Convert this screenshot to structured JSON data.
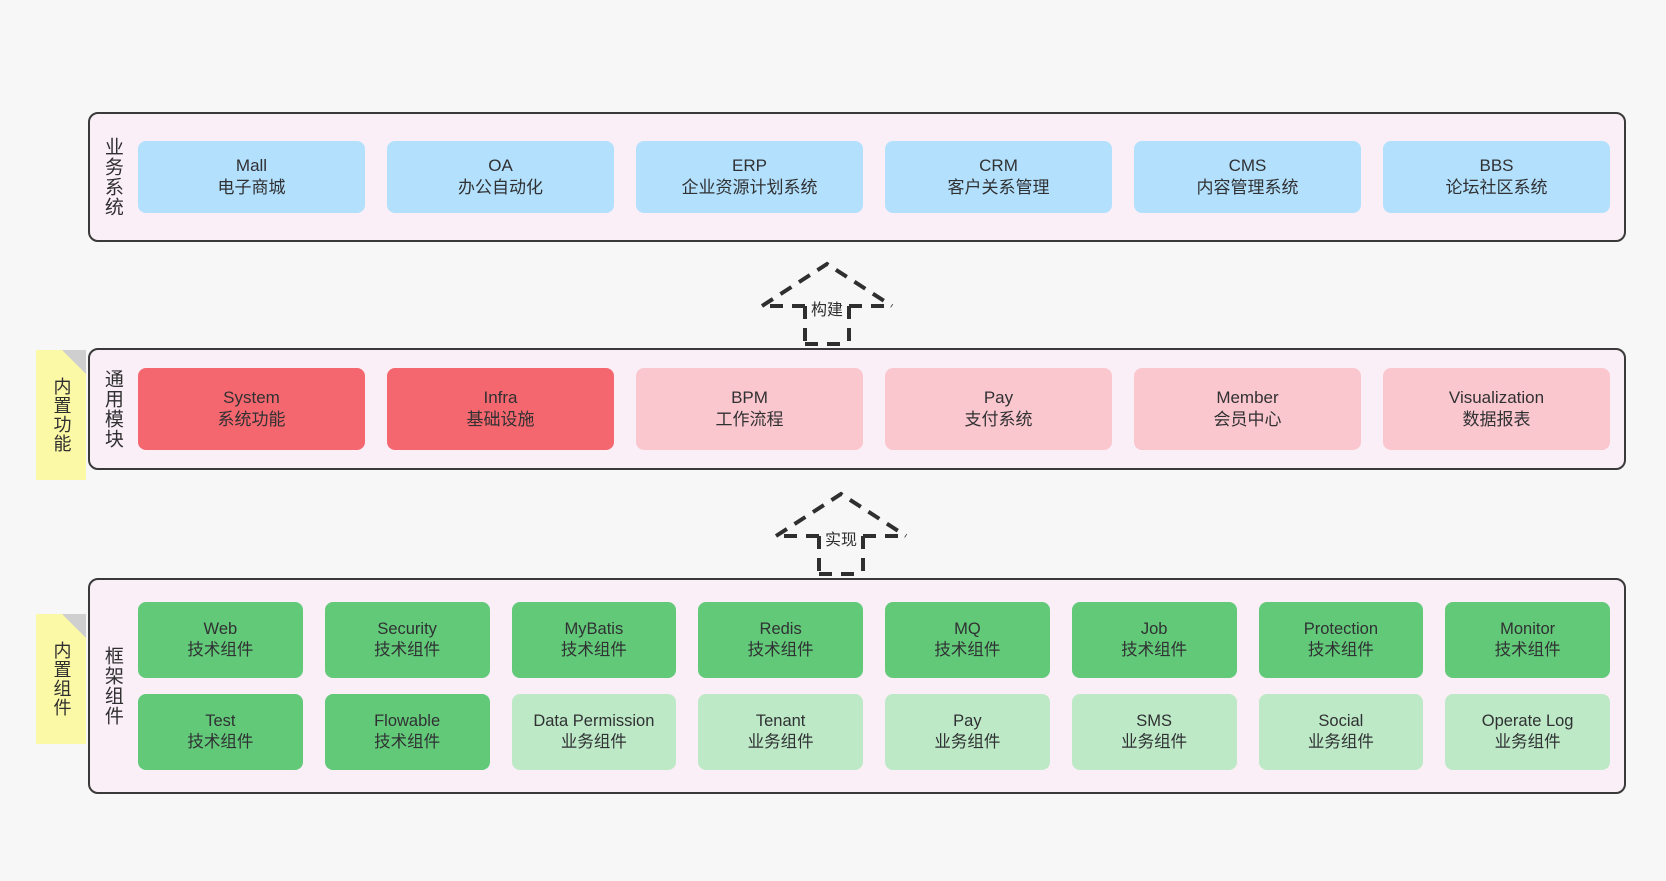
{
  "diagram": {
    "background_color": "#f7f7f7",
    "panel_color": "#faeef7",
    "panel_border_color": "#3a3a3a",
    "note_color": "#fbf8a6"
  },
  "notes": [
    {
      "label": "内置功能"
    },
    {
      "label": "内置组件"
    }
  ],
  "connectors": [
    {
      "label": "构建"
    },
    {
      "label": "实现"
    }
  ],
  "tiers": [
    {
      "id": "business-systems",
      "label": "业务系统",
      "rows": [
        {
          "cards": [
            {
              "title": "Mall",
              "subtitle": "电子商城",
              "color": "#b3e0fc",
              "style": "blue"
            },
            {
              "title": "OA",
              "subtitle": "办公自动化",
              "color": "#b3e0fc",
              "style": "blue"
            },
            {
              "title": "ERP",
              "subtitle": "企业资源计划系统",
              "color": "#b3e0fc",
              "style": "blue"
            },
            {
              "title": "CRM",
              "subtitle": "客户关系管理",
              "color": "#b3e0fc",
              "style": "blue"
            },
            {
              "title": "CMS",
              "subtitle": "内容管理系统",
              "color": "#b3e0fc",
              "style": "blue"
            },
            {
              "title": "BBS",
              "subtitle": "论坛社区系统",
              "color": "#b3e0fc",
              "style": "blue"
            }
          ]
        }
      ]
    },
    {
      "id": "common-modules",
      "label": "通用模块",
      "rows": [
        {
          "cards": [
            {
              "title": "System",
              "subtitle": "系统功能",
              "color": "#f5676e",
              "style": "red"
            },
            {
              "title": "Infra",
              "subtitle": "基础设施",
              "color": "#f5676e",
              "style": "red"
            },
            {
              "title": "BPM",
              "subtitle": "工作流程",
              "color": "#fbc7ce",
              "style": "pink"
            },
            {
              "title": "Pay",
              "subtitle": "支付系统",
              "color": "#fbc7ce",
              "style": "pink"
            },
            {
              "title": "Member",
              "subtitle": "会员中心",
              "color": "#fbc7ce",
              "style": "pink"
            },
            {
              "title": "Visualization",
              "subtitle": "数据报表",
              "color": "#fbc7ce",
              "style": "pink"
            }
          ]
        }
      ]
    },
    {
      "id": "framework-components",
      "label": "框架组件",
      "rows": [
        {
          "cards": [
            {
              "title": "Web",
              "subtitle": "技术组件",
              "color": "#62c979",
              "style": "green"
            },
            {
              "title": "Security",
              "subtitle": "技术组件",
              "color": "#62c979",
              "style": "green"
            },
            {
              "title": "MyBatis",
              "subtitle": "技术组件",
              "color": "#62c979",
              "style": "green"
            },
            {
              "title": "Redis",
              "subtitle": "技术组件",
              "color": "#62c979",
              "style": "green"
            },
            {
              "title": "MQ",
              "subtitle": "技术组件",
              "color": "#62c979",
              "style": "green"
            },
            {
              "title": "Job",
              "subtitle": "技术组件",
              "color": "#62c979",
              "style": "green"
            },
            {
              "title": "Protection",
              "subtitle": "技术组件",
              "color": "#62c979",
              "style": "green"
            },
            {
              "title": "Monitor",
              "subtitle": "技术组件",
              "color": "#62c979",
              "style": "green"
            }
          ]
        },
        {
          "cards": [
            {
              "title": "Test",
              "subtitle": "技术组件",
              "color": "#62c979",
              "style": "green"
            },
            {
              "title": "Flowable",
              "subtitle": "技术组件",
              "color": "#62c979",
              "style": "green"
            },
            {
              "title": "Data Permission",
              "subtitle": "业务组件",
              "color": "#bde9c7",
              "style": "lgreen"
            },
            {
              "title": "Tenant",
              "subtitle": "业务组件",
              "color": "#bde9c7",
              "style": "lgreen"
            },
            {
              "title": "Pay",
              "subtitle": "业务组件",
              "color": "#bde9c7",
              "style": "lgreen"
            },
            {
              "title": "SMS",
              "subtitle": "业务组件",
              "color": "#bde9c7",
              "style": "lgreen"
            },
            {
              "title": "Social",
              "subtitle": "业务组件",
              "color": "#bde9c7",
              "style": "lgreen"
            },
            {
              "title": "Operate Log",
              "subtitle": "业务组件",
              "color": "#bde9c7",
              "style": "lgreen"
            }
          ]
        }
      ]
    }
  ]
}
